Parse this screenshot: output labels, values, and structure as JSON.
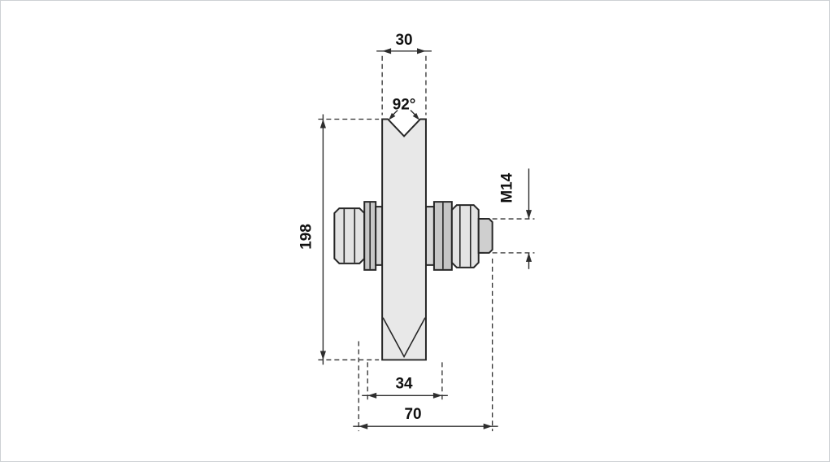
{
  "drawing": {
    "labels": {
      "width_top": "30",
      "groove_angle": "92°",
      "height": "198",
      "thread": "M14",
      "hub_width": "34",
      "overall_length": "70"
    },
    "colors": {
      "background": "#ffffff",
      "outline": "#262626",
      "dimension": "#2e2e2e",
      "text": "#111111",
      "wheel_fill": "#e8e8e8",
      "washer_fill": "#c6c6c6",
      "spacer_fill": "#d8d8d8",
      "hardware_fill": "#e3e3e3",
      "thread_fill": "#cfcfcf"
    }
  }
}
